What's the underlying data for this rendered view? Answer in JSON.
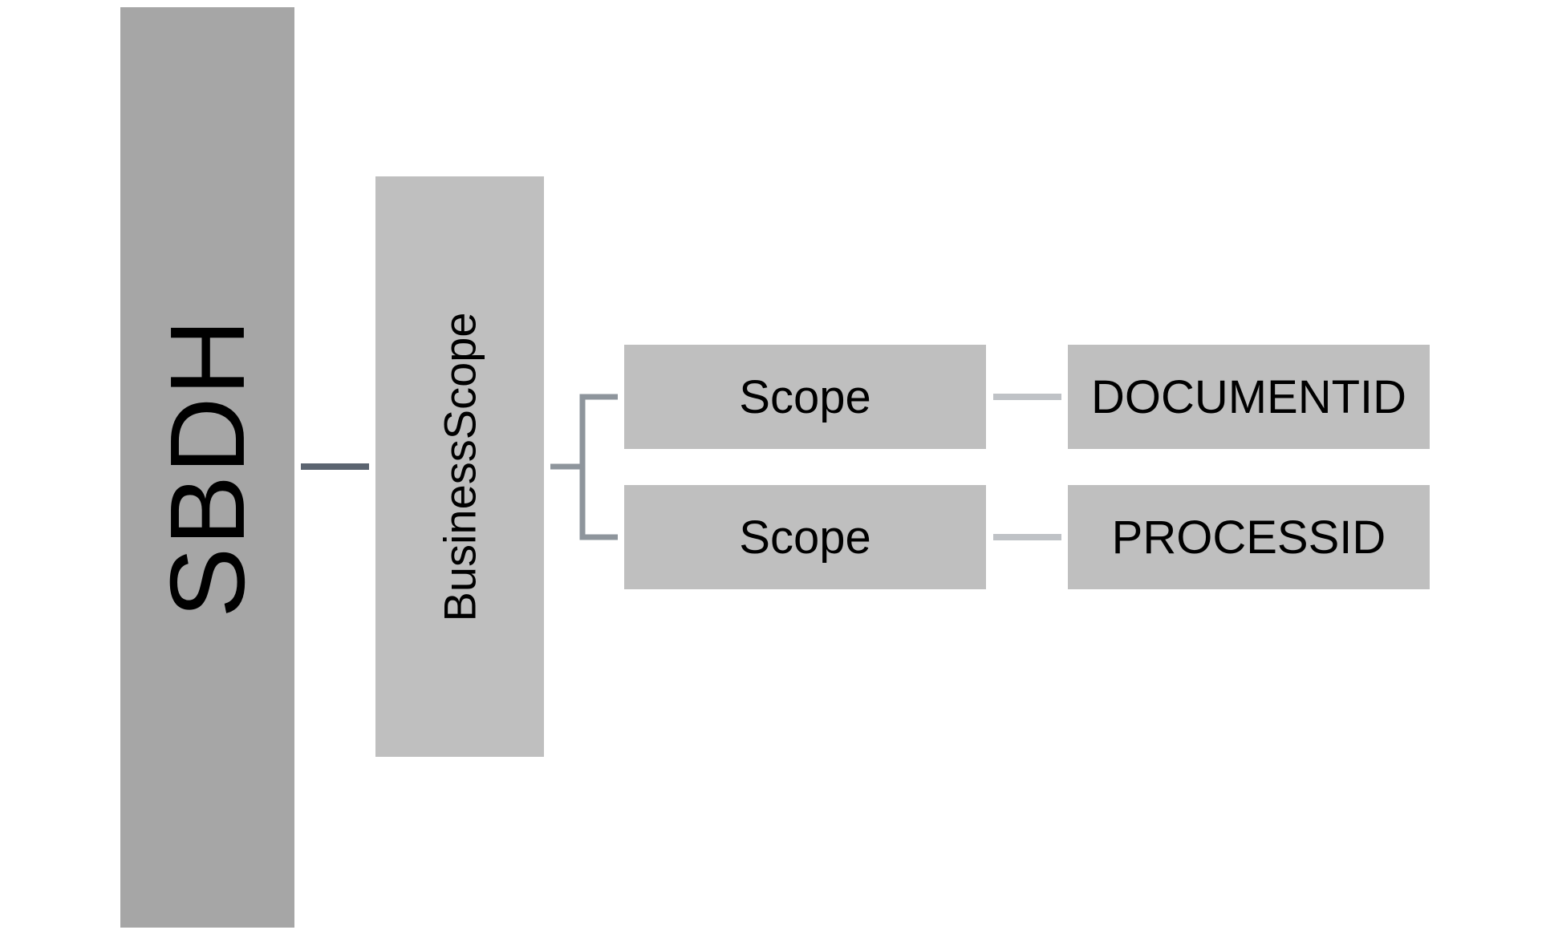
{
  "diagram": {
    "root": {
      "label": "SBDH"
    },
    "child": {
      "label": "BusinessScope"
    },
    "scopes": [
      {
        "label": "Scope",
        "value": "DOCUMENTID"
      },
      {
        "label": "Scope",
        "value": "PROCESSID"
      }
    ],
    "colors": {
      "root_fill": "#a6a6a6",
      "node_fill": "#bfbfbf",
      "root_connector": "#5b6470",
      "branch_connector": "#8e959c",
      "leaf_connector": "#bfc2c6",
      "text": "#000000"
    }
  }
}
